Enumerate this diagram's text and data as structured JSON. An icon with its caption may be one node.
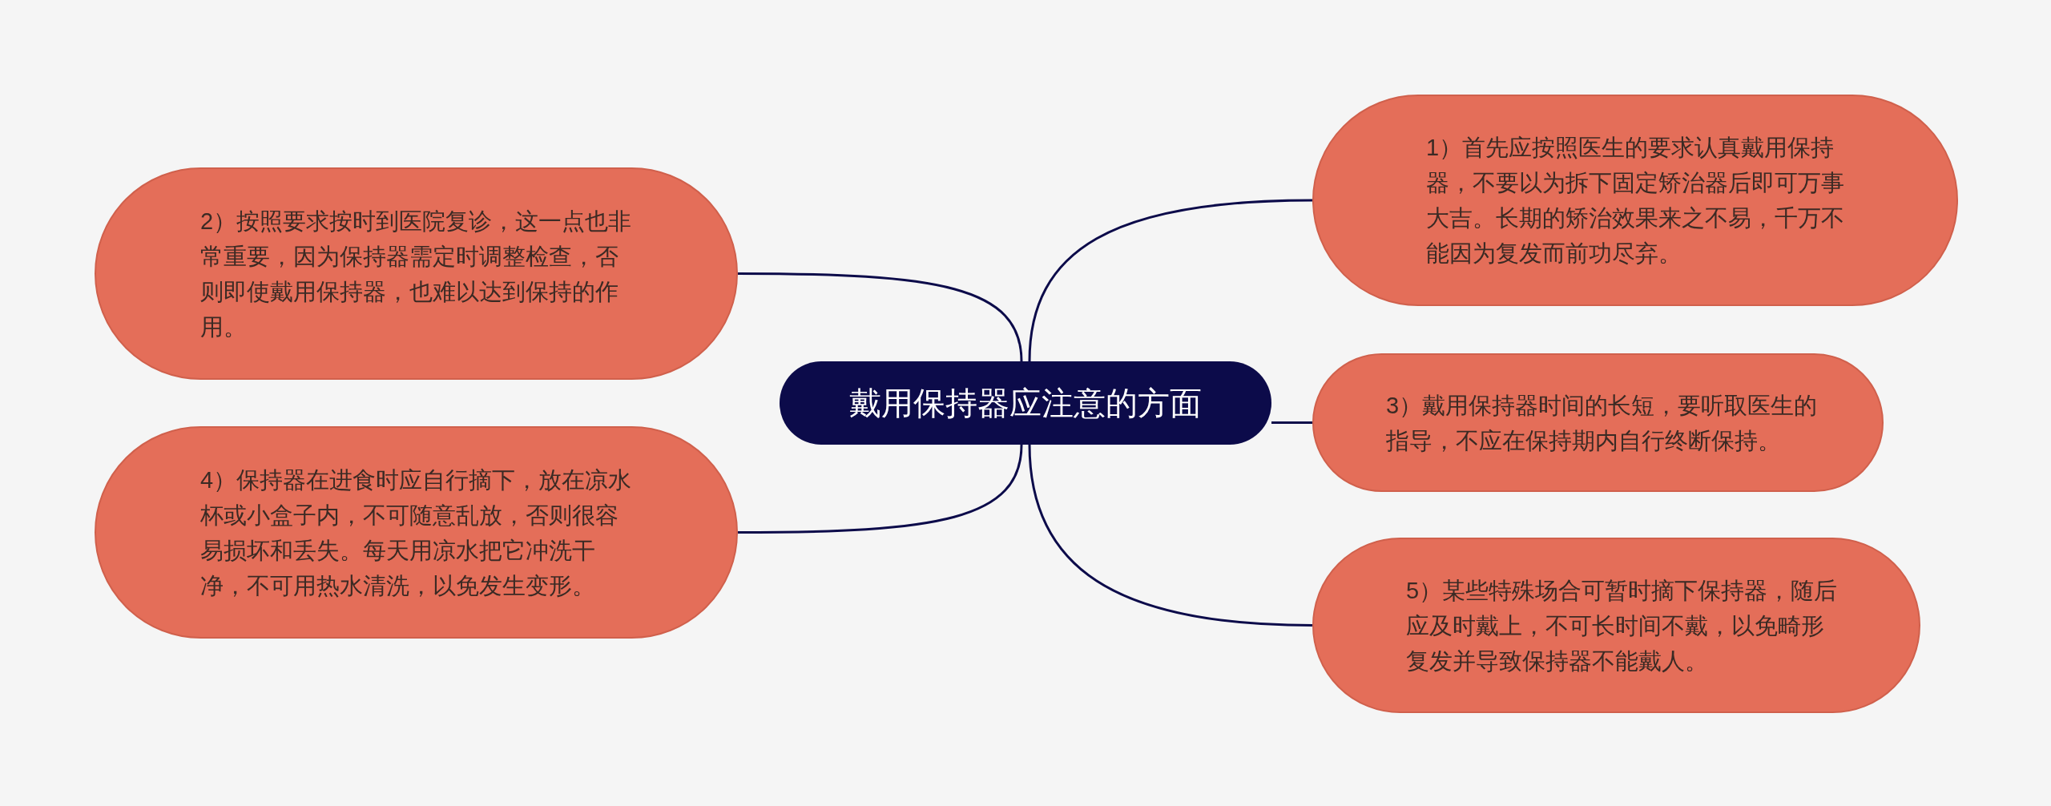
{
  "diagram": {
    "nodes": [
      {
        "text": [
          "戴用保持器应注意的方面"
        ]
      },
      {
        "text": [
          "1）首先应按照医生的要求认真戴用保持器，不要以为拆下固定矫治器后即可万事大吉。长期的矫治效果来之不易，千万不能因为复发而前功尽弃。"
        ]
      },
      {
        "text": [
          "2）按照要求按时到医院复诊，这一点也非常重要，因为保持器需定时调整检查，否则即使戴用保持器，也难以达到保持的作用。"
        ]
      },
      {
        "text": [
          "3）戴用保持器时间的长短，要听取医生的指导，不应在保持期内自行终断保持。"
        ]
      },
      {
        "text": [
          "4）保持器在进食时应自行摘下，放在凉水杯或小盒子内，不可随意乱放，否则很容易损坏和丢失。每天用凉水把它冲洗干净，不可用热水清洗，以免发生变形。"
        ]
      },
      {
        "text": [
          "5）某些特殊场合可暂时摘下保持器，随后应及时戴上，不可长时间不戴，以免畸形复发并导致保持器不能戴人。"
        ]
      }
    ],
    "edges": [
      {
        "from": 0,
        "to": 1,
        "arrow": "none"
      },
      {
        "from": 0,
        "to": 2,
        "arrow": "none"
      },
      {
        "from": 0,
        "to": 3,
        "arrow": "none"
      },
      {
        "from": 0,
        "to": 4,
        "arrow": "none"
      },
      {
        "from": 0,
        "to": 5,
        "arrow": "none"
      }
    ]
  }
}
